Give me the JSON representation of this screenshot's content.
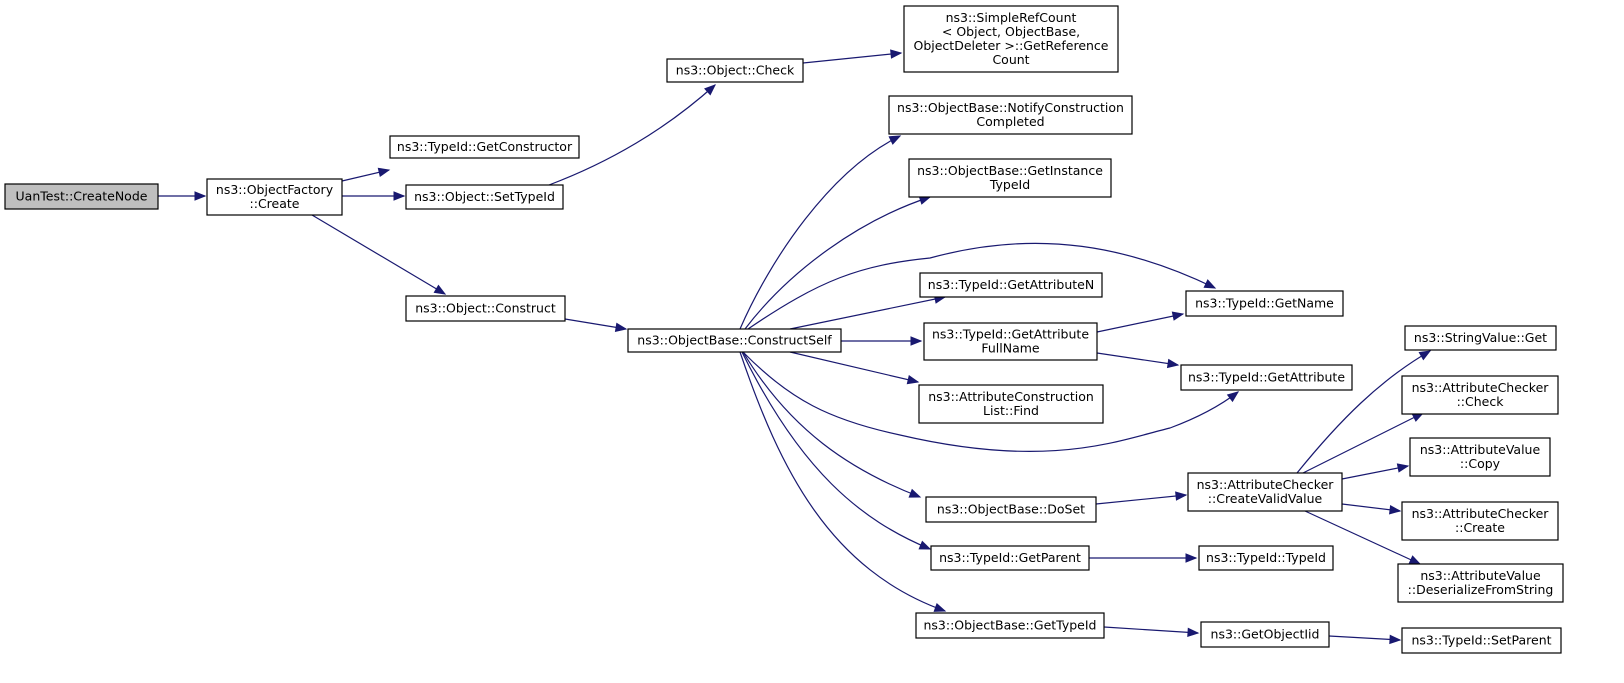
{
  "graph": {
    "type": "call-graph",
    "edge_color": "#191970",
    "root_fill": "#bfbfbf",
    "nodes": [
      {
        "id": "n0",
        "lines": [
          "UanTest::CreateNode"
        ],
        "root": true
      },
      {
        "id": "n1",
        "lines": [
          "ns3::ObjectFactory",
          "::Create"
        ]
      },
      {
        "id": "n2",
        "lines": [
          "ns3::TypeId::GetConstructor"
        ]
      },
      {
        "id": "n3",
        "lines": [
          "ns3::Object::SetTypeId"
        ]
      },
      {
        "id": "n4",
        "lines": [
          "ns3::Object::Construct"
        ]
      },
      {
        "id": "n5",
        "lines": [
          "ns3::Object::Check"
        ]
      },
      {
        "id": "n6",
        "lines": [
          "ns3::SimpleRefCount",
          "< Object, ObjectBase,",
          " ObjectDeleter >::GetReference",
          "Count"
        ]
      },
      {
        "id": "n7",
        "lines": [
          "ns3::ObjectBase::ConstructSelf"
        ]
      },
      {
        "id": "n8",
        "lines": [
          "ns3::ObjectBase::NotifyConstruction",
          "Completed"
        ]
      },
      {
        "id": "n9",
        "lines": [
          "ns3::ObjectBase::GetInstance",
          "TypeId"
        ]
      },
      {
        "id": "n10",
        "lines": [
          "ns3::TypeId::GetName"
        ]
      },
      {
        "id": "n11",
        "lines": [
          "ns3::TypeId::GetAttributeN"
        ]
      },
      {
        "id": "n12",
        "lines": [
          "ns3::TypeId::GetAttribute",
          "FullName"
        ]
      },
      {
        "id": "n13",
        "lines": [
          "ns3::TypeId::GetAttribute"
        ]
      },
      {
        "id": "n14",
        "lines": [
          "ns3::AttributeConstruction",
          "List::Find"
        ]
      },
      {
        "id": "n15",
        "lines": [
          "ns3::ObjectBase::DoSet"
        ]
      },
      {
        "id": "n16",
        "lines": [
          "ns3::AttributeChecker",
          "::CreateValidValue"
        ]
      },
      {
        "id": "n17",
        "lines": [
          "ns3::StringValue::Get"
        ]
      },
      {
        "id": "n18",
        "lines": [
          "ns3::AttributeChecker",
          "::Check"
        ]
      },
      {
        "id": "n19",
        "lines": [
          "ns3::AttributeValue",
          "::Copy"
        ]
      },
      {
        "id": "n20",
        "lines": [
          "ns3::AttributeChecker",
          "::Create"
        ]
      },
      {
        "id": "n21",
        "lines": [
          "ns3::AttributeValue",
          "::DeserializeFromString"
        ]
      },
      {
        "id": "n22",
        "lines": [
          "ns3::TypeId::GetParent"
        ]
      },
      {
        "id": "n23",
        "lines": [
          "ns3::TypeId::TypeId"
        ]
      },
      {
        "id": "n24",
        "lines": [
          "ns3::ObjectBase::GetTypeId"
        ]
      },
      {
        "id": "n25",
        "lines": [
          "ns3::GetObjectIid"
        ]
      },
      {
        "id": "n26",
        "lines": [
          "ns3::TypeId::SetParent"
        ]
      }
    ],
    "edges": [
      {
        "from": "n0",
        "to": "n1"
      },
      {
        "from": "n1",
        "to": "n2"
      },
      {
        "from": "n1",
        "to": "n3"
      },
      {
        "from": "n1",
        "to": "n4"
      },
      {
        "from": "n3",
        "to": "n5"
      },
      {
        "from": "n5",
        "to": "n6"
      },
      {
        "from": "n4",
        "to": "n7"
      },
      {
        "from": "n7",
        "to": "n8"
      },
      {
        "from": "n7",
        "to": "n9"
      },
      {
        "from": "n7",
        "to": "n10"
      },
      {
        "from": "n7",
        "to": "n11"
      },
      {
        "from": "n7",
        "to": "n12"
      },
      {
        "from": "n7",
        "to": "n14"
      },
      {
        "from": "n7",
        "to": "n13"
      },
      {
        "from": "n7",
        "to": "n15"
      },
      {
        "from": "n7",
        "to": "n22"
      },
      {
        "from": "n7",
        "to": "n24"
      },
      {
        "from": "n12",
        "to": "n10"
      },
      {
        "from": "n12",
        "to": "n13"
      },
      {
        "from": "n15",
        "to": "n16"
      },
      {
        "from": "n16",
        "to": "n17"
      },
      {
        "from": "n16",
        "to": "n18"
      },
      {
        "from": "n16",
        "to": "n19"
      },
      {
        "from": "n16",
        "to": "n20"
      },
      {
        "from": "n16",
        "to": "n21"
      },
      {
        "from": "n22",
        "to": "n23"
      },
      {
        "from": "n24",
        "to": "n25"
      },
      {
        "from": "n25",
        "to": "n26"
      }
    ]
  }
}
